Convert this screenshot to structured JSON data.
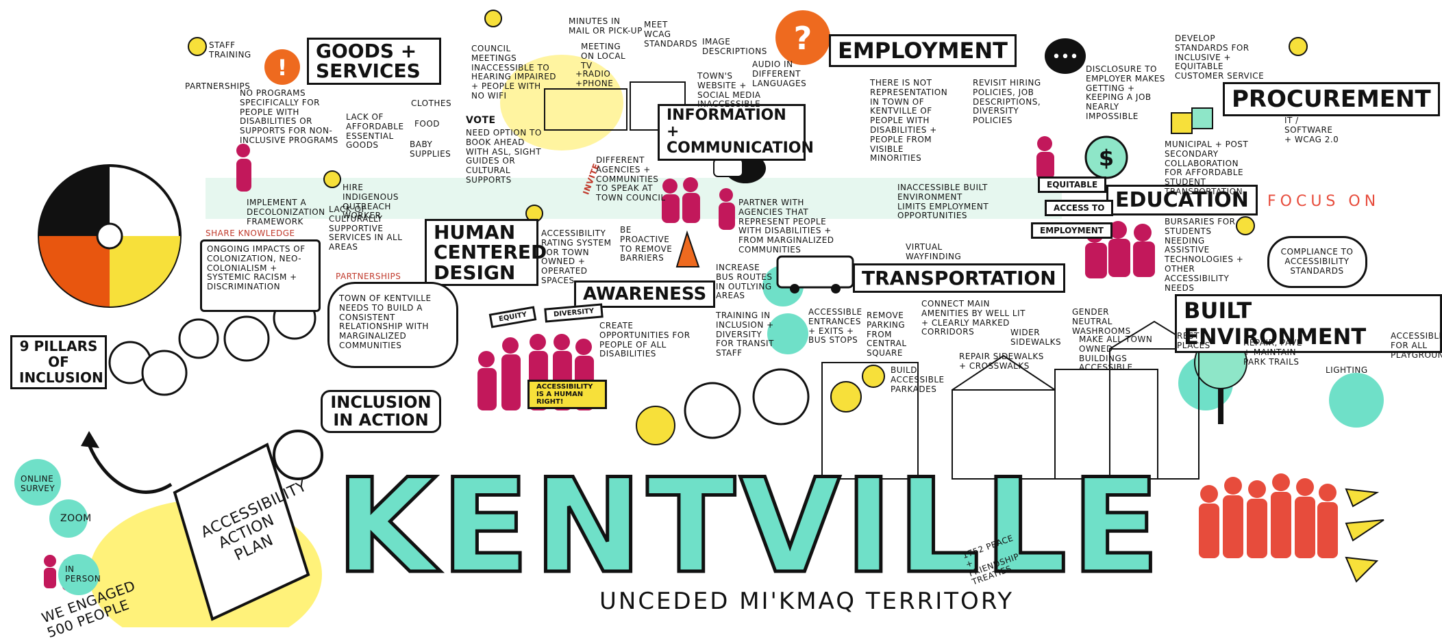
{
  "texts": {
    "goods_services": "GOODS + SERVICES",
    "employment": "EMPLOYMENT",
    "procurement": "PROCUREMENT",
    "info_comm": "INFORMATION + COMMUNICATION",
    "education": "EDUCATION",
    "human_centered": "HUMAN CENTERED DESIGN",
    "awareness": "AWARENESS",
    "transportation": "TRANSPORTATION",
    "built_environment": "BUILT ENVIRONMENT",
    "nine_pillars": "9 PILLARS OF INCLUSION",
    "inclusion_action": "INCLUSION IN ACTION",
    "kentville": "KENTVILLE",
    "territory": "UNCEDED MI'KMAQ TERRITORY",
    "action_plan": "ACCESSIBILITY ACTION PLAN",
    "treaties": "1752 PEACE + FRIENDSHIP TREATIES",
    "we_engaged": "WE ENGAGED 500 PEOPLE",
    "online_survey": "ONLINE SURVEY",
    "zoom": "ZOOM",
    "in_person": "IN PERSON",
    "staff_training": "STAFF TRAINING",
    "partnerships": "PARTNERSHIPS",
    "no_programs": "NO PROGRAMS SPECIFICALLY FOR PEOPLE WITH DISABILITIES OR SUPPORTS FOR NON-INCLUSIVE PROGRAMS",
    "lack_affordable": "LACK OF AFFORDABLE ESSENTIAL GOODS",
    "clothes": "CLOTHES",
    "food": "FOOD",
    "baby": "BABY SUPPLIES",
    "decolonization": "IMPLEMENT A DECOLONIZATION FRAMEWORK",
    "indigenous_worker": "HIRE INDIGENOUS OUTREACH WORKER",
    "culturally_supportive": "LACK OF CULTURALLY SUPPORTIVE SERVICES IN ALL AREAS",
    "share_knowledge": "SHARE KNOWLEDGE",
    "colonization": "ONGOING IMPACTS OF COLONIZATION, NEO-COLONIALISM + SYSTEMIC RACISM + DISCRIMINATION",
    "partnerships_red": "PARTNERSHIPS",
    "town_relationship": "TOWN OF KENTVILLE NEEDS TO BUILD A CONSISTENT RELATIONSHIP WITH MARGINALIZED COMMUNITIES",
    "council_meetings": "COUNCIL MEETINGS INACCESSIBLE TO HEARING IMPAIRED + PEOPLE WITH NO WIFI",
    "minutes": "MINUTES IN MAIL OR PICK-UP",
    "meeting_tv": "MEETING ON LOCAL TV",
    "radio_phone": "+RADIO +PHONE",
    "meet_wcag": "MEET WCAG STANDARDS",
    "image_desc": "IMAGE DESCRIPTIONS",
    "audio_lang": "AUDIO IN DIFFERENT LANGUAGES",
    "town_website": "TOWN'S WEBSITE + SOCIAL MEDIA INACCESSIBLE",
    "vote": "VOTE",
    "vote_text": "NEED OPTION TO BOOK AHEAD WITH ASL, SIGHT GUIDES OR CULTURAL SUPPORTS",
    "invite": "INVITE",
    "different_agencies": "DIFFERENT AGENCIES + COMMUNITIES TO SPEAK AT TOWN COUNCIL",
    "partner_agencies": "PARTNER WITH AGENCIES THAT REPRESENT PEOPLE WITH DISABILITIES + FROM MARGINALIZED COMMUNITIES",
    "accessibility_rating": "ACCESSIBILITY RATING SYSTEM FOR TOWN OWNED + OPERATED SPACES",
    "proactive": "BE PROACTIVE TO REMOVE BARRIERS",
    "create_opps": "CREATE OPPORTUNITIES FOR PEOPLE OF ALL DISABILITIES",
    "no_representation": "THERE IS NOT REPRESENTATION IN TOWN OF KENTVILLE OF PEOPLE WITH DISABILITIES + PEOPLE FROM VISIBLE MINORITIES",
    "revisit_hiring": "REVISIT HIRING POLICIES, JOB DESCRIPTIONS, DIVERSITY POLICIES",
    "disclosure": "DISCLOSURE TO EMPLOYER MAKES GETTING + KEEPING A JOB NEARLY IMPOSSIBLE",
    "inaccessible_built": "INACCESSIBLE BUILT ENVIRONMENT LIMITS EMPLOYMENT OPPORTUNITIES",
    "equitable": "EQUITABLE",
    "access_to": "ACCESS TO",
    "employment_small": "EMPLOYMENT",
    "develop_standards": "DEVELOP STANDARDS FOR INCLUSIVE + EQUITABLE CUSTOMER SERVICE",
    "it_software": "IT / SOFTWARE + WCAG 2.0",
    "municipal": "MUNICIPAL + POST SECONDARY COLLABORATION FOR AFFORDABLE STUDENT TRANSPORTATION",
    "bursaries": "BURSARIES FOR STUDENTS NEEDING ASSISTIVE TECHNOLOGIES + OTHER ACCESSIBILITY NEEDS",
    "focus_on": "FOCUS ON",
    "compliance": "COMPLIANCE TO ACCESSIBILITY STANDARDS",
    "virtual_wayfinding": "VIRTUAL WAYFINDING",
    "increase_bus": "INCREASE BUS ROUTES IN OUTLYING AREAS",
    "training_inclusion": "TRAINING IN INCLUSION + DIVERSITY FOR TRANSIT STAFF",
    "accessible_entrances": "ACCESSIBLE ENTRANCES + EXITS + BUS STOPS",
    "remove_parking": "REMOVE PARKING FROM CENTRAL SQUARE",
    "build_parkades": "BUILD ACCESSIBLE PARKADES",
    "connect_amenities": "CONNECT MAIN AMENITIES BY WELL LIT + CLEARLY MARKED CORRIDORS",
    "wider_sidewalks": "WIDER SIDEWALKS",
    "repair_sidewalks": "REPAIR SIDEWALKS + CROSSWALKS",
    "gender_neutral": "GENDER NEUTRAL WASHROOMS",
    "make_all_town": "MAKE ALL TOWN OWNED BUILDINGS ACCESSIBLE",
    "rest_places": "REST PLACES",
    "repair_trails": "REPAIR, PAVE + MAINTAIN PARK TRAILS",
    "lighting": "LIGHTING",
    "accessible_playgrounds": "ACCESSIBLE FOR ALL PLAYGROUNDS",
    "sign_equity": "EQUITY",
    "sign_diversity": "DIVERSITY",
    "sign_rights": "ACCESSIBILITY IS A HUMAN RIGHT!"
  }
}
